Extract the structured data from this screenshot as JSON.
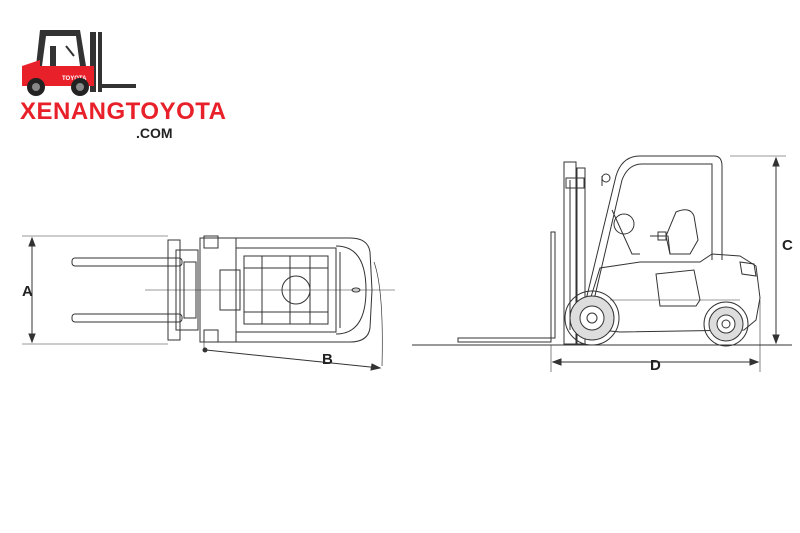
{
  "brand": {
    "name": "XENANGTOYOTA",
    "domain": ".COM",
    "badge": "TOYOTA",
    "brand_color": "#e8202a"
  },
  "dimensions": {
    "width": "A",
    "turning_radius": "B",
    "overall_height": "C",
    "overall_length": "D"
  }
}
